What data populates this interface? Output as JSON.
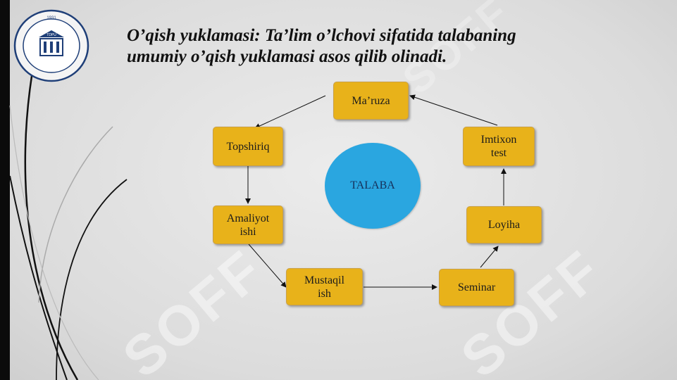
{
  "slide": {
    "title_line1": "O’qish yuklamasi: Ta’lim o’lchovi sifatida talabaning",
    "title_line2": "umumiy o’qish yuklamasi  asos qilib olinadi."
  },
  "logo": {
    "year": "1931",
    "abbr": "TDPU"
  },
  "watermark": {
    "text": "SOFF"
  },
  "diagram": {
    "center": "TALABA",
    "nodes": {
      "maruza": "Ma’ruza",
      "topshiriq": "Topshiriq",
      "amaliyot_line1": "Amaliyot",
      "amaliyot_line2": "ishi",
      "mustaqil_line1": "Mustaqil",
      "mustaqil_line2": "ish",
      "seminar": "Seminar",
      "loyiha": "Loyiha",
      "imtixon_line1": "Imtixon",
      "imtixon_line2": "test"
    }
  },
  "colors": {
    "node_fill": "#e8b21a",
    "center_fill": "#2aa6e0",
    "accent_bar": "#0b0b0b"
  }
}
